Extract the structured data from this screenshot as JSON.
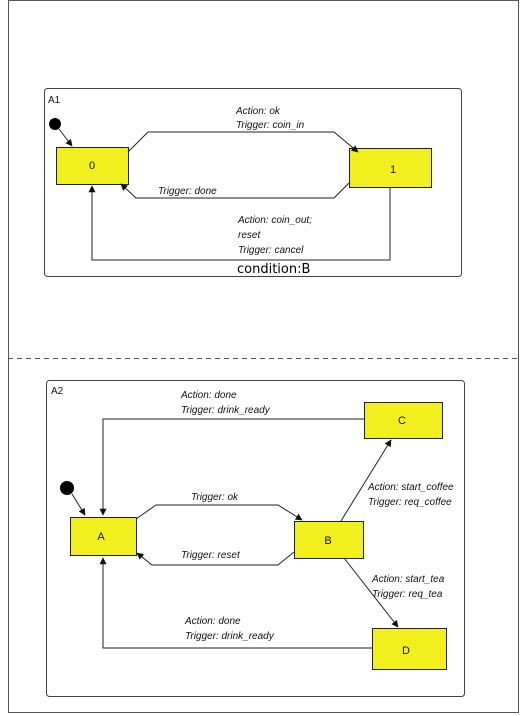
{
  "regions": {
    "a1": {
      "name": "A1",
      "states": {
        "s0": "0",
        "s1": "1"
      },
      "transitions": {
        "t0_to_1": {
          "action": "Action: ok",
          "trigger": "Trigger: coin_in"
        },
        "t1_to_0_done": {
          "trigger": "Trigger: done"
        },
        "t1_to_0_cancel": {
          "action_1": "Action: coin_out;",
          "action_2": "reset",
          "trigger": "Trigger: cancel"
        }
      },
      "condition": "condition:B"
    },
    "a2": {
      "name": "A2",
      "states": {
        "a": "A",
        "b": "B",
        "c": "C",
        "d": "D"
      },
      "transitions": {
        "c_to_a": {
          "action": "Action: done",
          "trigger": "Trigger: drink_ready"
        },
        "a_to_b": {
          "trigger": "Trigger: ok"
        },
        "b_to_a": {
          "trigger": "Trigger: reset"
        },
        "b_to_c": {
          "action": "Action: start_coffee",
          "trigger": "Trigger: req_coffee"
        },
        "b_to_d": {
          "action": "Action: start_tea",
          "trigger": "Trigger: req_tea"
        },
        "d_to_a": {
          "action": "Action: done",
          "trigger": "Trigger: drink_ready"
        }
      }
    }
  }
}
